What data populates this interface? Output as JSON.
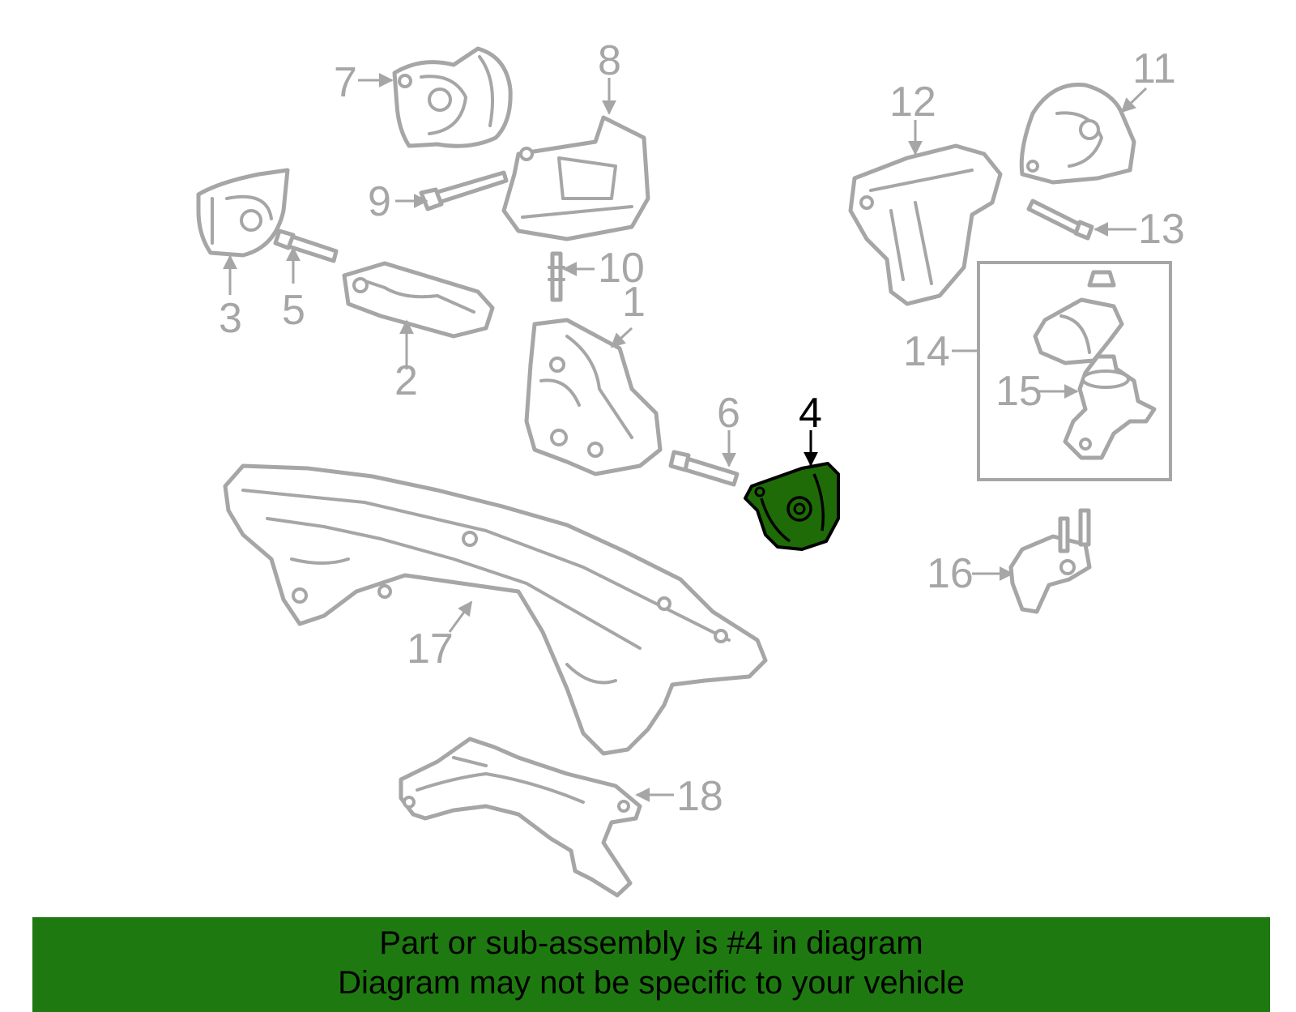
{
  "diagram": {
    "highlight_color": "#1e6b08",
    "outline_color": "#a6a6a6",
    "labels": {
      "p1": "1",
      "p2": "2",
      "p3": "3",
      "p4": "4",
      "p5": "5",
      "p6": "6",
      "p7": "7",
      "p8": "8",
      "p9": "9",
      "p10": "10",
      "p11": "11",
      "p12": "12",
      "p13": "13",
      "p14": "14",
      "p15": "15",
      "p16": "16",
      "p17": "17",
      "p18": "18"
    }
  },
  "banner": {
    "line1": "Part or sub-assembly is #4 in diagram",
    "line2": "Diagram may not be specific to your vehicle",
    "background": "#1e7a10"
  }
}
